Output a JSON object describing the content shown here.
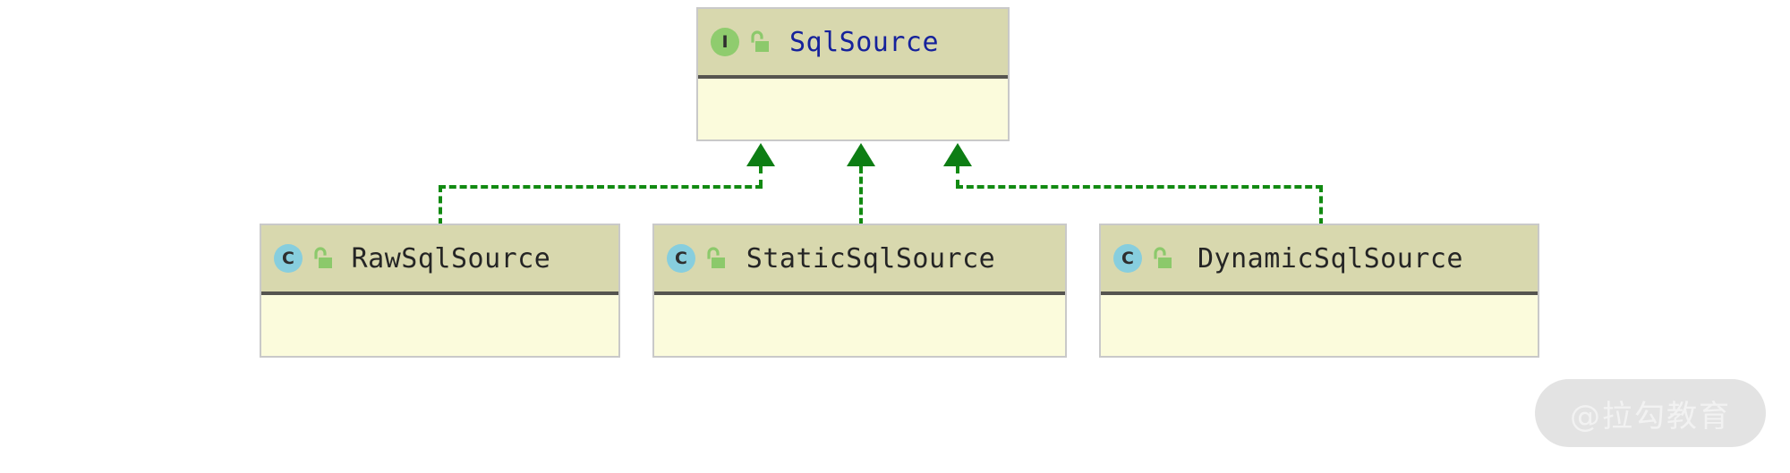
{
  "diagram": {
    "type": "uml-class-diagram",
    "background_color": "#ffffff",
    "relationship": "realization",
    "relationship_color": "#128a12"
  },
  "interface_node": {
    "stereotype_badge": "I",
    "stereotype_name": "interface",
    "visibility_icon": "unlocked-padlock-icon",
    "name": "SqlSource",
    "title_color": "#16229b",
    "header_color": "#d8d8ae",
    "body_color": "#fbfbdc",
    "badge_color": "#8fcc6e"
  },
  "class_nodes": [
    {
      "stereotype_badge": "C",
      "stereotype_name": "class",
      "visibility_icon": "unlocked-padlock-icon",
      "name": "RawSqlSource",
      "title_color": "#252525",
      "badge_color": "#87cede"
    },
    {
      "stereotype_badge": "C",
      "stereotype_name": "class",
      "visibility_icon": "unlocked-padlock-icon",
      "name": "StaticSqlSource",
      "title_color": "#252525",
      "badge_color": "#87cede"
    },
    {
      "stereotype_badge": "C",
      "stereotype_name": "class",
      "visibility_icon": "unlocked-padlock-icon",
      "name": "DynamicSqlSource",
      "title_color": "#252525",
      "badge_color": "#87cede"
    }
  ],
  "watermark": {
    "text": "@拉勾教育",
    "pill_color": "#e3e3e3",
    "text_color": "#f2f2f2"
  }
}
